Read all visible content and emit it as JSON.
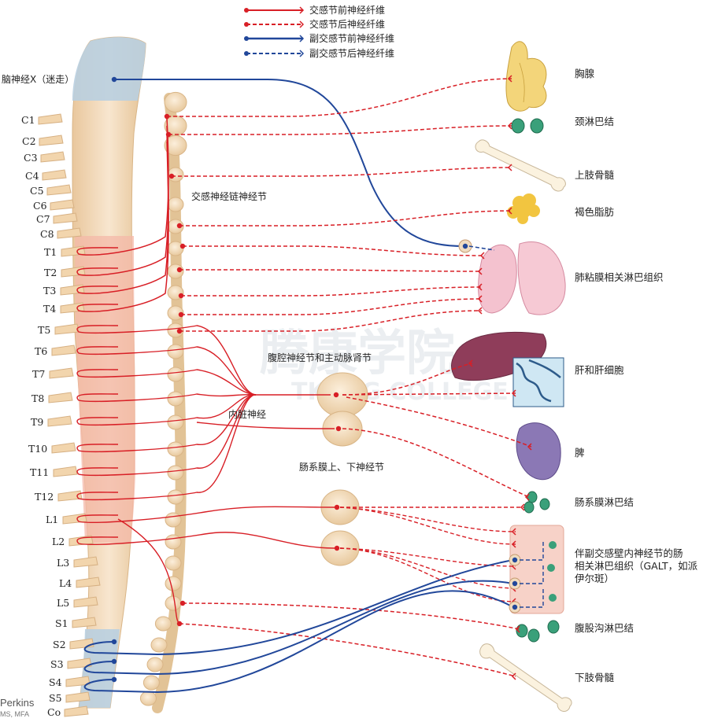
{
  "legend": {
    "items": [
      {
        "label": "交感节前神经纤维",
        "color": "#d81f26",
        "style": "solid"
      },
      {
        "label": "交感节后神经纤维",
        "color": "#d81f26",
        "style": "dashed"
      },
      {
        "label": "副交感节前神经纤维",
        "color": "#21479a",
        "style": "solid"
      },
      {
        "label": "副交感节后神经纤维",
        "color": "#21479a",
        "style": "dashed"
      }
    ]
  },
  "nerve_labels": {
    "vagus": "脑神经X（迷走）",
    "sympathetic_chain": "交感神经链神经节",
    "celiac": "腹腔神经节和主动脉肾节",
    "splanchnic": "内脏神经",
    "mesenteric": "肠系膜上、下神经节"
  },
  "segments": [
    "C1",
    "C2",
    "C3",
    "C4",
    "C5",
    "C6",
    "C7",
    "C8",
    "T1",
    "T2",
    "T3",
    "T4",
    "T5",
    "T6",
    "T7",
    "T8",
    "T9",
    "T10",
    "T11",
    "T12",
    "L1",
    "L2",
    "L3",
    "L4",
    "L5",
    "S1",
    "S2",
    "S3",
    "S4",
    "S5",
    "Co"
  ],
  "organs": {
    "thymus": "胸腺",
    "cervical_ln": "颈淋巴结",
    "upper_marrow": "上肢骨髓",
    "brown_fat": "褐色脂肪",
    "lung": "肺粘膜相关淋巴组织",
    "liver": "肝和肝细胞",
    "spleen": "脾",
    "mesenteric_ln": "肠系膜淋巴结",
    "galt": "伴副交感壁内神经节的肠相关淋巴组织（GALT，如派伊尔斑）",
    "inguinal_ln": "腹股沟淋巴结",
    "lower_marrow": "下肢骨髓"
  },
  "watermark": {
    "cn": "腾康学院",
    "en": "TKENG COLLEGE"
  },
  "signature": {
    "name": "Perkins",
    "sub": "MS, MFA"
  },
  "colors": {
    "sympathetic": "#d81f26",
    "parasympathetic": "#21479a",
    "cord": "#f2d3b0",
    "cord_red": "#f4b8a8",
    "cord_blue": "#b9cfe0",
    "ganglion": "#f1d9b5"
  }
}
